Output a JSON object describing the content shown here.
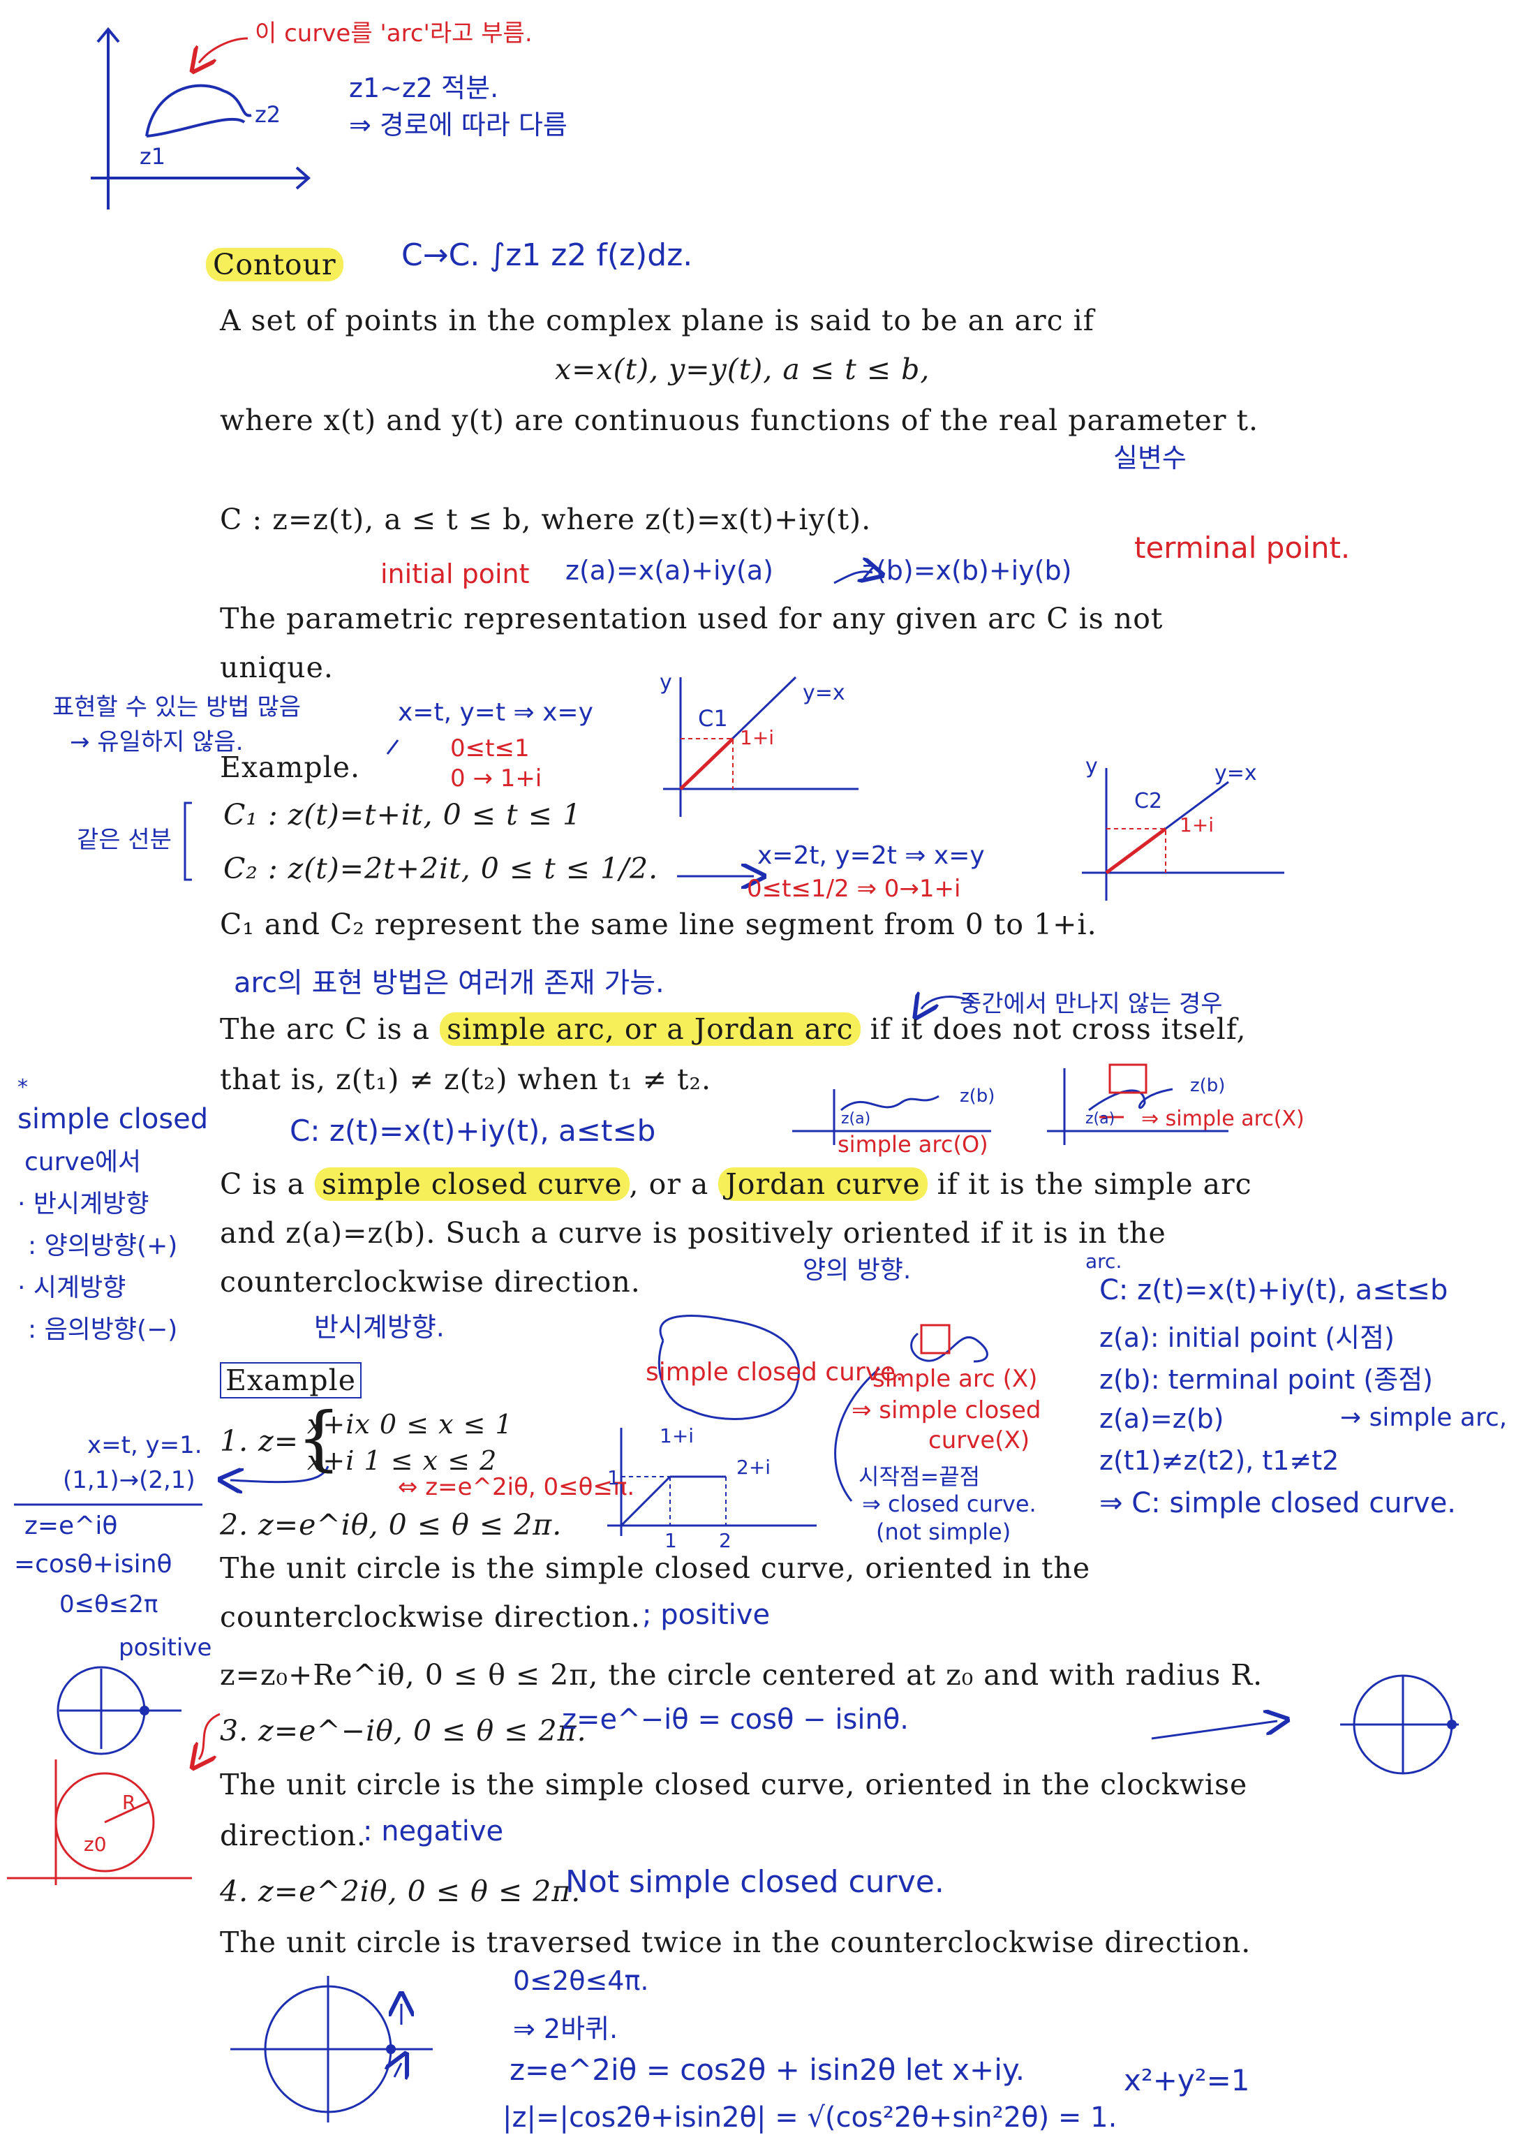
{
  "notes": {
    "arc_note": "이 curve를 'arc'라고 부름.",
    "integral_note_1": "z1~z2 적분.",
    "integral_note_2": "⇒ 경로에 따라 다름",
    "z1_label": "z1",
    "z2_label": "z2",
    "contour_hand": "C→C. ∫z1 z2 f(z)dz.",
    "real_param": "실변수",
    "initial_point": "initial point",
    "initial_eq": "z(a)=x(a)+iy(a)",
    "terminal_eq": "z(b)=x(b)+iy(b)",
    "terminal_point": "terminal point.",
    "not_unique_note_1": "표현할 수 있는 방법 많음",
    "not_unique_note_2": "→ 유일하지 않음.",
    "c1_note_1": "x=t, y=t ⇒ x=y",
    "c1_note_2": "0≤t≤1",
    "c1_note_3": "0 → 1+i",
    "c2_note_1": "x=2t, y=2t ⇒ x=y",
    "c2_note_2": "0≤t≤1/2 ⇒ 0→1+i",
    "same_segment_note": "같은 선분",
    "arc_repr_note": "arc의 표현 방법은 여러개 존재 가능.",
    "cross_note": "중간에서 만나지 않는 경우",
    "param_c": "C: z(t)=x(t)+iy(t), a≤t≤b",
    "simple_arc_o": "simple arc(O)",
    "simple_arc_x": "⇒ simple arc(X)",
    "left_note_1": "simple closed",
    "left_note_2": "curve에서",
    "left_note_3": "· 반시계방향",
    "left_note_4": ": 양의방향(+)",
    "left_note_5": "· 시계방향",
    "left_note_6": ": 음의방향(−)",
    "positive_dir": "양의 방향.",
    "ccw_note": "반시계방향.",
    "right_arc": "arc.",
    "right_1": "C: z(t)=x(t)+iy(t), a≤t≤b",
    "right_2": "z(a): initial point (시점)",
    "right_3": "z(b): terminal point (종점)",
    "right_4": "z(a)=z(b)",
    "right_4b": "→ simple arc,",
    "right_5": "z(t1)≠z(t2), t1≠t2",
    "right_6": "⇒ C: simple closed curve.",
    "sc_closed": "simple closed curve.",
    "sc_arc_x_1": "simple arc (X)",
    "sc_arc_x_2": "⇒ simple closed",
    "sc_arc_x_3": "curve(X)",
    "start_end_1": "시작점=끝점",
    "start_end_2": "⇒ closed curve.",
    "start_end_3": "(not simple)",
    "ex1_note_1": "x=t, y=1.",
    "ex1_note_2": "(1,1)→(2,1)",
    "ex1_note_3": "⇔ z=e^2iθ, 0≤θ≤π.",
    "ex2_note_1": "z=e^iθ",
    "ex2_note_2": "=cosθ+isinθ",
    "ex2_note_3": "0≤θ≤2π",
    "positive": "positive",
    "positive_semicolon": "; positive",
    "ex3_note": "z=e^−iθ = cosθ − isinθ.",
    "negative": ": negative",
    "ex4_note": "Not simple closed curve.",
    "twice_1": "0≤2θ≤4π.",
    "twice_2": "⇒ 2바퀴.",
    "twice_3": "z=e^2iθ = cos2θ + isin2θ  let x+iy.",
    "twice_4": "|z|=|cos2θ+isin2θ| = √(cos²2θ+sin²2θ) = 1.",
    "twice_5": "x²+y²=1",
    "graph_1plusi": "1+i",
    "graph_2plusi": "2+i",
    "graph_c1": "C1",
    "graph_c2": "C2",
    "graph_yx": "y=x",
    "graph_zb": "z(b)",
    "graph_za": "z(a)",
    "R": "R",
    "z0": "z0"
  },
  "text": {
    "contour": "Contour",
    "l1": "A set of points in the complex plane is said to be an arc if",
    "l2": "x=x(t),   y=y(t),      a ≤ t ≤ b,",
    "l3": "where  x(t)  and  y(t)  are continuous functions  of the  real parameter  t.",
    "l4": "C   :  z=z(t),    a ≤ t ≤ b,  where  z(t)=x(t)+iy(t).",
    "l5": "The   parametric   representation   used   for   any   given   arc   C   is   not",
    "l6": "unique.",
    "l7": "Example.",
    "l8": "C₁  : z(t)=t+it,    0 ≤ t ≤ 1",
    "l9": "C₂  : z(t)=2t+2it,    0 ≤ t ≤ 1/2.",
    "l10": "C₁  and  C₂  represent the  same line segment from 0 to 1+i.",
    "l11a": "The  arc  C  is  a ",
    "l11b": "simple arc, or a Jordan arc",
    "l11c": " if  it does not cross itself,",
    "l12": "that is,  z(t₁) ≠ z(t₂)  when  t₁ ≠ t₂.",
    "l13a": "C  is  a  ",
    "l13b": "simple closed curve",
    "l13c": ",  or  a  ",
    "l13d": "Jordan curve",
    "l13e": "  if  it  is  the  simple  arc",
    "l14": "and  z(a)=z(b).  Such  a  curve  is  positively  oriented  if  it  is  in  the",
    "l15": "counterclockwise  direction.",
    "l16": "Example",
    "l17a": "1.  z=",
    "l17b": "x+ix        0 ≤ x ≤ 1",
    "l17c": "x+i          1 ≤ x ≤ 2",
    "l18": "2.  z=e^iθ,    0 ≤ θ ≤ 2π.",
    "l19": "The   unit   circle   is   the   simple   closed   curve,   oriented   in   the",
    "l20": "counterclockwise direction.",
    "l21": "z=z₀+Re^iθ,    0 ≤ θ ≤ 2π,  the circle  centered at  z₀  and with  radius  R.",
    "l22": "3.  z=e^−iθ,    0 ≤ θ ≤ 2π.",
    "l23": "The unit circle is the simple closed curve, oriented in the clockwise",
    "l24": "direction.",
    "l25": "4.  z=e^2iθ,    0 ≤ θ ≤ 2π.",
    "l26": "The unit circle is traversed  twice  in the  counterclockwise direction."
  },
  "colors": {
    "ink_blue": "#1d2fb0",
    "ink_red": "#d8232a",
    "highlight": "#f6ef5a",
    "underline": "#2a3bc0"
  }
}
